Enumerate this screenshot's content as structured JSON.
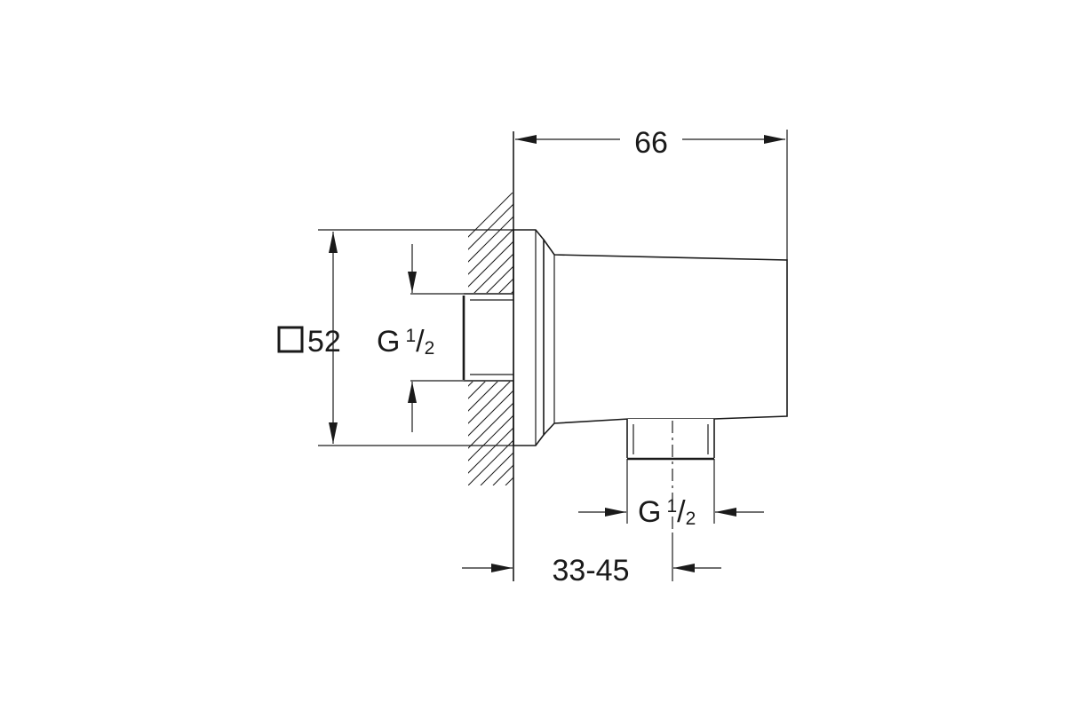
{
  "drawing": {
    "width_dim": "66",
    "square_dim": "52",
    "wall_inlet_thread": {
      "prefix": "G",
      "sup": "1",
      "slash": "/",
      "sub": "2"
    },
    "outlet_thread": {
      "prefix": "G",
      "sup": "1",
      "slash": "/",
      "sub": "2"
    },
    "wall_offset_dim": "33-45"
  }
}
